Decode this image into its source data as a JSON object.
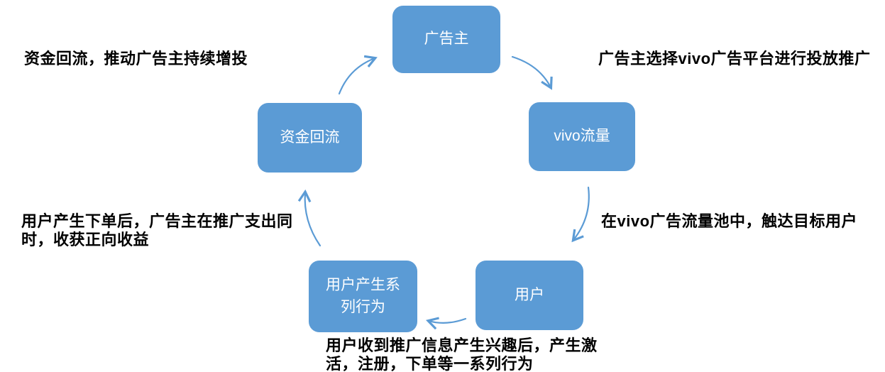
{
  "diagram": {
    "nodes": {
      "advertiser": {
        "label": "广告主"
      },
      "vivo_traffic": {
        "label": "vivo流量"
      },
      "user": {
        "label": "用户"
      },
      "user_behaviors": {
        "label": "用户产生系\n列行为"
      },
      "funds_reflow": {
        "label": "资金回流"
      }
    },
    "captions": {
      "top_left": "资金回流，推动广告主持续增投",
      "top_right": "广告主选择vivo广告平台进行投放推广",
      "mid_right": "在vivo广告流量池中，触达目标用户",
      "mid_left": "用户产生下单后，广告主在推广支出同\n时，收获正向收益",
      "bottom": "用户收到推广信息产生兴趣后，产生激\n活，注册，下单等一系列行为"
    },
    "flow_order": [
      "广告主",
      "vivo流量",
      "用户",
      "用户产生系列行为",
      "资金回流",
      "广告主"
    ],
    "colors": {
      "node_fill": "#5B9BD5",
      "node_text": "#FFFFFF",
      "arrow": "#5B9BD5",
      "caption_text": "#000000",
      "background": "#FFFFFF"
    }
  }
}
